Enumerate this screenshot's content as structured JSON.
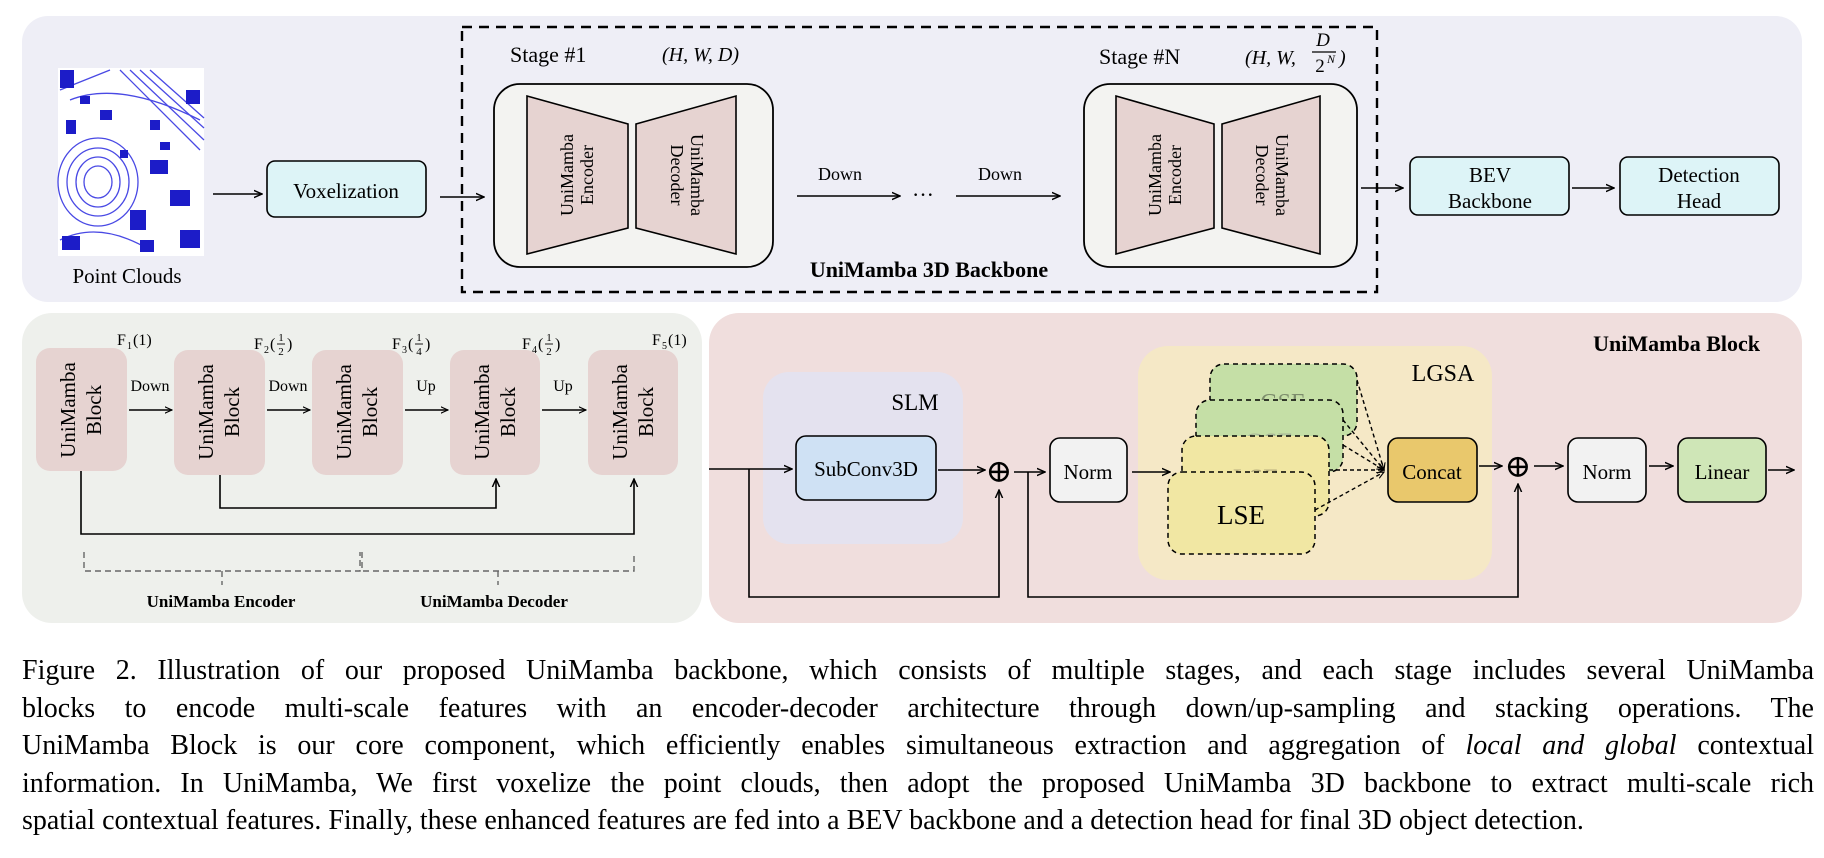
{
  "figure": {
    "top": {
      "point_clouds_label": "Point Clouds",
      "voxelization_label": "Voxelization",
      "stage1_label": "Stage #1",
      "stage1_dims": "(H, W, D)",
      "stageN_label": "Stage #N",
      "stageN_dims_prefix": "(H, W,",
      "stageN_dims_num": "D",
      "stageN_dims_den": "2",
      "stageN_dims_den_exp": "N",
      "stageN_dims_suffix": ")",
      "encoder_label_line1": "UniMamba",
      "encoder_label_line2": "Encoder",
      "decoder_label_line1": "UniMamba",
      "decoder_label_line2": "Decoder",
      "down_label": "Down",
      "ellipsis": "···",
      "backbone_title": "UniMamba 3D Backbone",
      "bev_backbone_line1": "BEV",
      "bev_backbone_line2": "Backbone",
      "detection_head_line1": "Detection",
      "detection_head_line2": "Head"
    },
    "left": {
      "block_line1": "UniMamba",
      "block_line2": "Block",
      "features": [
        {
          "name": "F",
          "sub": "1",
          "scale": "(1)"
        },
        {
          "name": "F",
          "sub": "2",
          "scale_num": "1",
          "scale_den": "2"
        },
        {
          "name": "F",
          "sub": "3",
          "scale_num": "1",
          "scale_den": "4"
        },
        {
          "name": "F",
          "sub": "4",
          "scale_num": "1",
          "scale_den": "2"
        },
        {
          "name": "F",
          "sub": "5",
          "scale": "(1)"
        }
      ],
      "arrows": [
        "Down",
        "Down",
        "Up",
        "Up"
      ],
      "encoder_label": "UniMamba Encoder",
      "decoder_label": "UniMamba Decoder"
    },
    "right": {
      "title": "UniMamba Block",
      "slm_label": "SLM",
      "subconv_label": "SubConv3D",
      "norm1_label": "Norm",
      "lgsa_label": "LGSA",
      "gse_label": "GSE",
      "lse_label": "LSE",
      "concat_label": "Concat",
      "norm2_label": "Norm",
      "linear_label": "Linear",
      "plus_symbol": "⊕"
    },
    "colors": {
      "top_panel_bg": "#eeeef6",
      "left_panel_bg": "#eef0ec",
      "right_panel_bg": "#f0dedd",
      "stage_trapezoid": "#e6d3d1",
      "light_cyan_box": "#ddf4f7",
      "slm_bg": "#e4e2ef",
      "subconv": "#cfe1f4",
      "lgsa_bg": "#f5e8c6",
      "gse": "#c5dfa6",
      "lse": "#f1e7a3",
      "concat": "#e9c86c",
      "linear": "#cfe6b7",
      "norm": "#f2f2f2",
      "point_cloud": "#2222dd"
    }
  },
  "caption": {
    "line1": "Figure 2. Illustration of our proposed UniMamba backbone, which consists of multiple stages, and each stage includes several UniMamba",
    "line2": "blocks to encode multi-scale features with an encoder-decoder architecture through down/up-sampling and stacking operations.  The",
    "line3_a": "UniMamba Block is our core component, which efficiently enables simultaneous extraction and aggregation of ",
    "line3_italic": "local and global",
    "line3_b": " contextual",
    "line4": "information. In UniMamba, We first voxelize the point clouds, then adopt the proposed UniMamba 3D backbone to extract multi-scale rich",
    "line5": "spatial contextual features. Finally, these enhanced features are fed into a BEV backbone and a detection head for final 3D object detection."
  }
}
